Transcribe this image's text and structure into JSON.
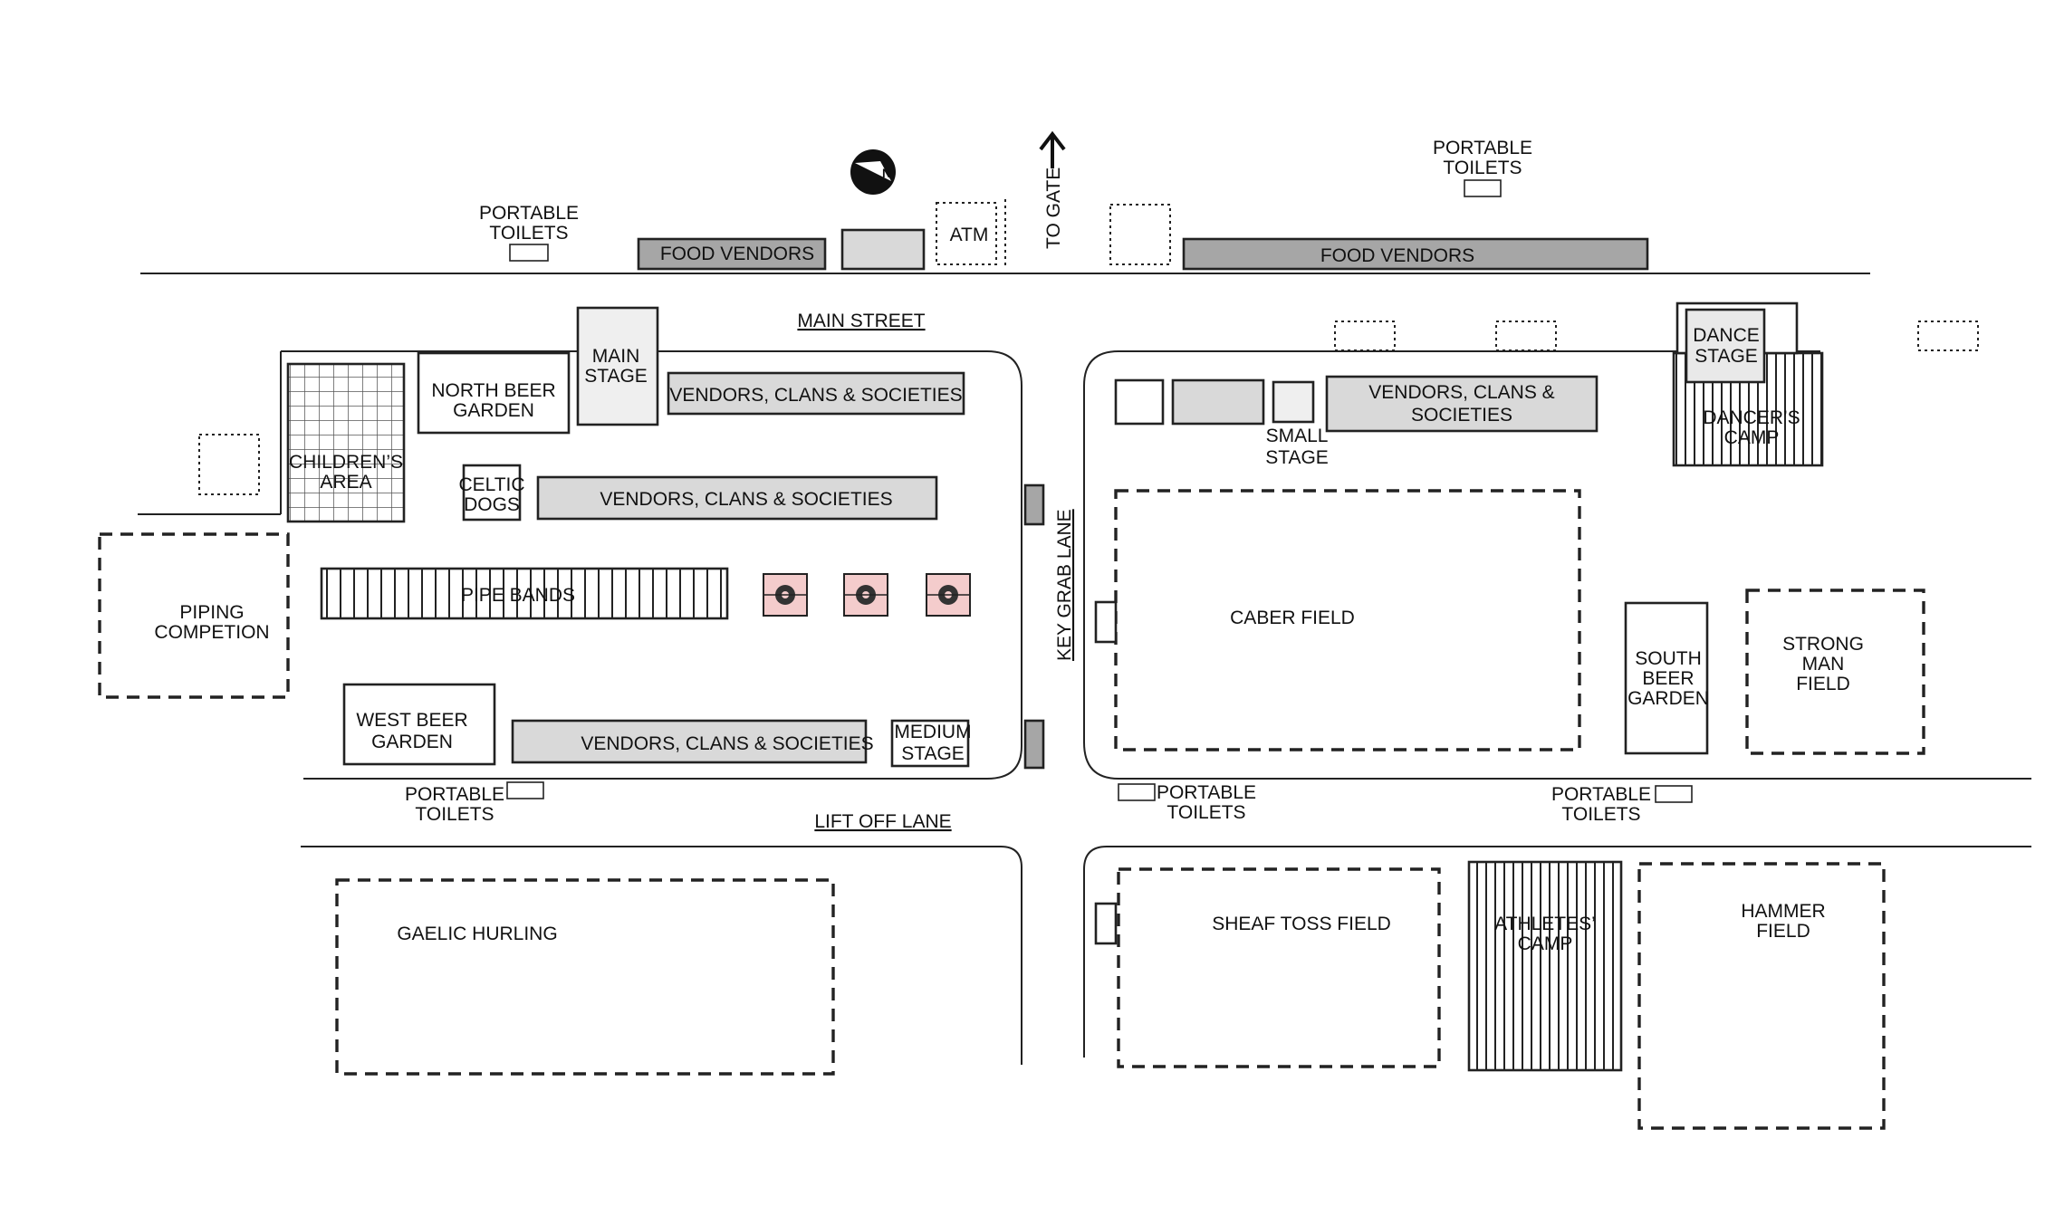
{
  "labels": {
    "food_vendors": "FOOD VENDORS",
    "atm": "ATM",
    "to_gate": "TO GATE",
    "portable": "PORTABLE",
    "toilets": "TOILETS",
    "main_street": "MAIN STREET",
    "lift_off_lane": "LIFT OFF LANE",
    "key_grab_lane": "KEY GRAB LANE",
    "main": "MAIN",
    "stage": "STAGE",
    "north_beer": "NORTH BEER",
    "garden": "GARDEN",
    "vendors_clans_societies": "VENDORS, CLANS & SOCIETIES",
    "vendors_clans": "VENDORS, CLANS &",
    "societies": "SOCIETIES",
    "childrens": "CHILDREN’S",
    "area": "AREA",
    "celtic": "CELTIC",
    "dogs": "DOGS",
    "piping": "PIPING",
    "competion": "COMPETION",
    "pipe_bands": "PIPE BANDS",
    "west_beer": "WEST BEER",
    "medium": "MEDIUM",
    "small": "SMALL",
    "dance": "DANCE",
    "dancers": "DANCER’S",
    "camp": "CAMP",
    "caber_field": "CABER  FIELD",
    "south": "SOUTH",
    "beer": "BEER",
    "strong": "STRONG",
    "man": "MAN",
    "field": "FIELD",
    "gaelic_hurling": "GAELIC HURLING",
    "sheaf_toss_field": "SHEAF TOSS FIELD",
    "athletes": "ATHLETES’",
    "hammer": "HAMMER"
  },
  "icons": {
    "compass": "north-arrow-compass",
    "arrow": "up-arrow",
    "pink_tiles": "flower-tile"
  },
  "colors": {
    "grey_fill": "#d9d9d9",
    "dark_fill": "#a6a6a6",
    "pink_fill": "#f4cccc"
  }
}
